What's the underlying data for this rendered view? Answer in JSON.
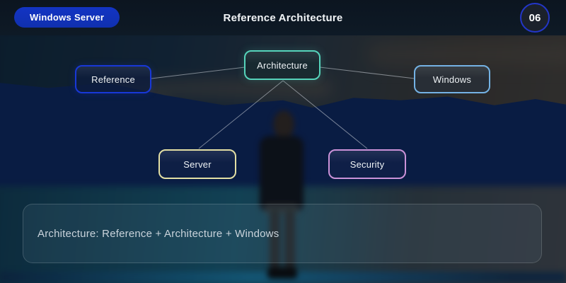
{
  "header": {
    "badge_label": "Windows Server",
    "title": "Reference Architecture",
    "slide_number": "06"
  },
  "diagram": {
    "nodes": [
      {
        "id": "architecture",
        "label": "Architecture",
        "accent_color": "#56d4bb"
      },
      {
        "id": "reference",
        "label": "Reference",
        "accent_color": "#1838d8"
      },
      {
        "id": "windows",
        "label": "Windows",
        "accent_color": "#74b2e4"
      },
      {
        "id": "server",
        "label": "Server",
        "accent_color": "#e3dfa4"
      },
      {
        "id": "security",
        "label": "Security",
        "accent_color": "#cb92d8"
      }
    ],
    "edges": [
      {
        "from": "reference",
        "to": "architecture"
      },
      {
        "from": "architecture",
        "to": "windows"
      },
      {
        "from": "architecture",
        "to": "server"
      },
      {
        "from": "architecture",
        "to": "security"
      }
    ]
  },
  "summary": {
    "text": "Architecture: Reference + Architecture + Windows"
  },
  "colors": {
    "badge_background": "#1334c4",
    "header_background": "#0d1825",
    "slide_number_ring": "#2336c8",
    "edge_line": "#cfd5dc"
  }
}
